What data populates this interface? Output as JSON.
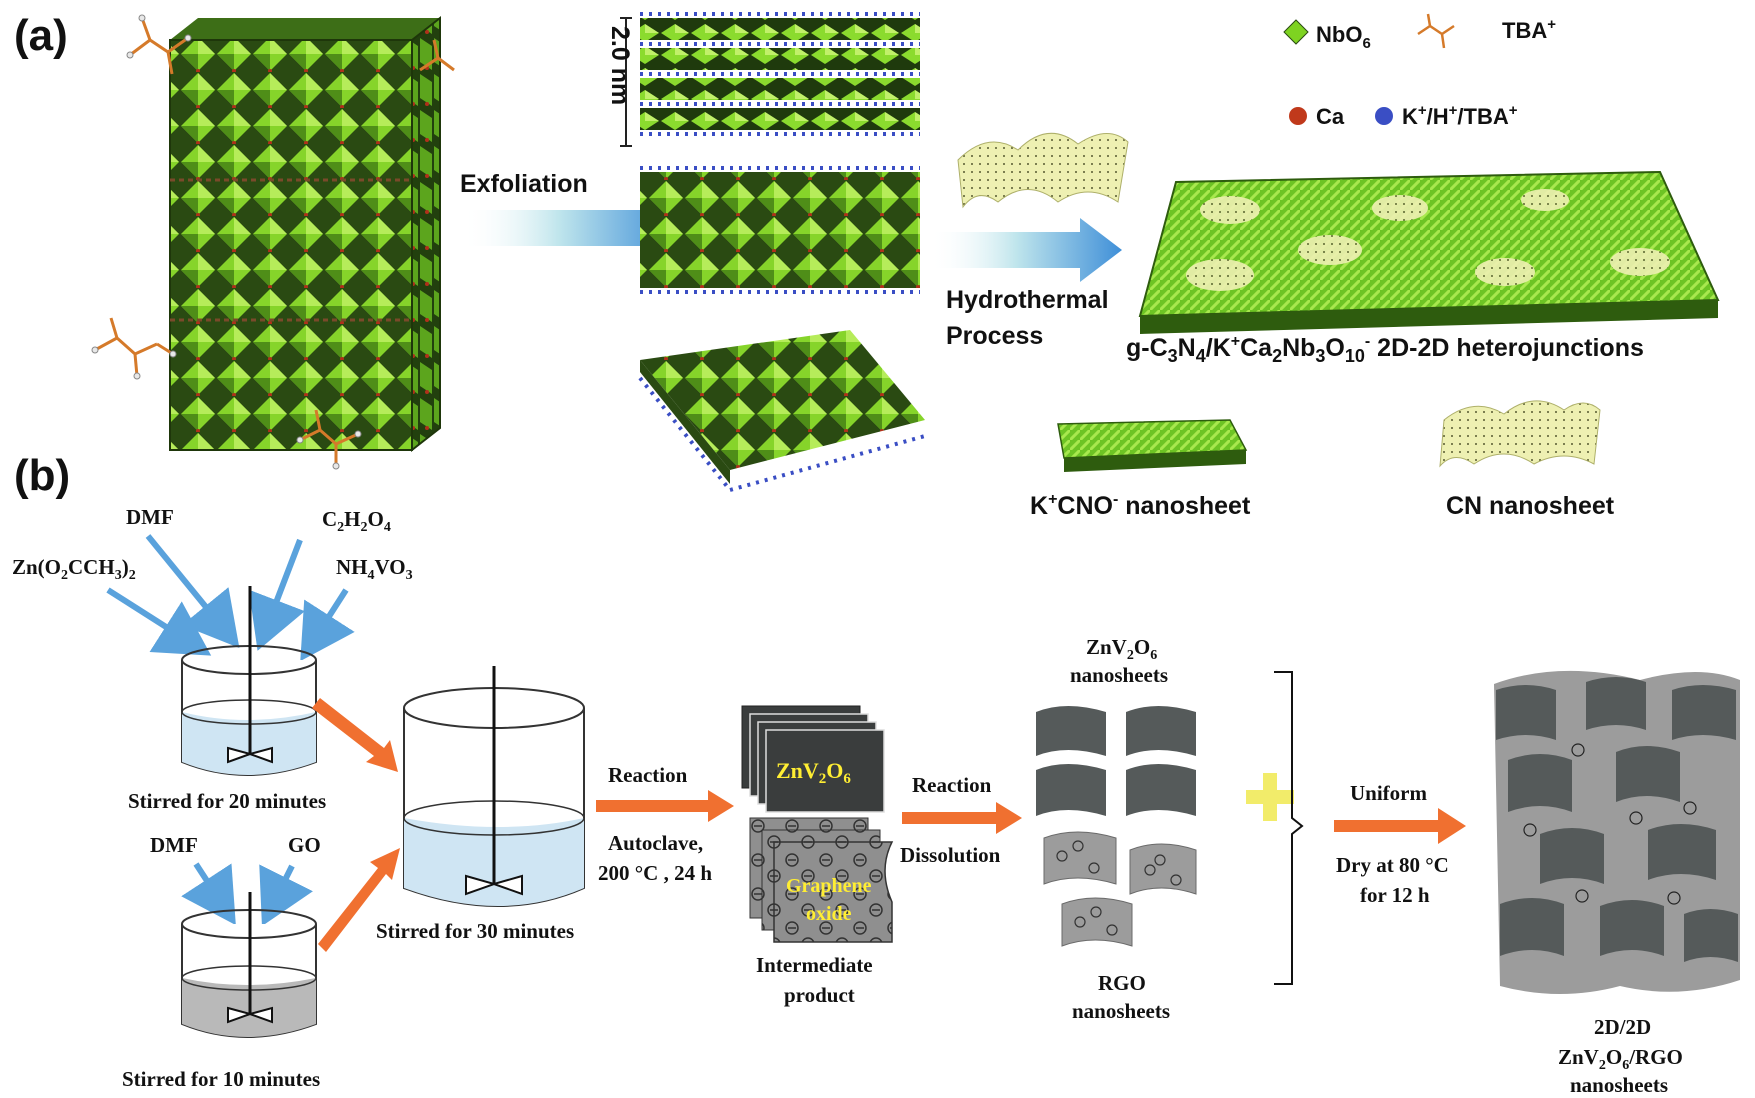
{
  "panel_a": {
    "label": "(a)",
    "spacing_label": "2.0 nm",
    "step1": "Exfoliation",
    "step2_line1": "Hydrothermal",
    "step2_line2": "Process",
    "legend": {
      "nbo6": "NbO6",
      "tba": "TBA+",
      "ca": "Ca",
      "cations": "K+/H+/TBA+"
    },
    "product": "g-C3N4/K+Ca2Nb3O10- 2D-2D heterojunctions",
    "kcno": "K+CNO- nanosheet",
    "cn": "CN nanosheet",
    "colors": {
      "octahedron": "#7ed321",
      "octahedron_dark": "#1c3a0c",
      "ca_atom": "#c0391b",
      "cation_atom": "#3a4ec4",
      "cn_sheet": "#e6e79a",
      "arrow": "#49a0dc"
    }
  },
  "panel_b": {
    "label": "(b)",
    "dmf1": "DMF",
    "zn_acetate": "Zn(O2CCH3)2",
    "oxalic": "C2H2O4",
    "nh4vo3": "NH4VO3",
    "stir20": "Stirred for 20 minutes",
    "dmf2": "DMF",
    "go": "GO",
    "stir10": "Stirred for 10 minutes",
    "stir30": "Stirred for 30 minutes",
    "reaction1": "Reaction",
    "autoclave_line1": "Autoclave,",
    "autoclave_line2": "200 °C , 24 h",
    "znv2o6_box": "ZnV2O6",
    "graphene_line1": "Graphene",
    "graphene_line2": "oxide",
    "intermediate_line1": "Intermediate",
    "intermediate_line2": "product",
    "reaction2": "Reaction",
    "dissolution": "Dissolution",
    "znv2o6_ns_line1": "ZnV2O6",
    "znv2o6_ns_line2": "nanosheets",
    "rgo_line1": "RGO",
    "rgo_line2": "nanosheets",
    "uniform": "Uniform",
    "dry_line1": "Dry at 80 °C",
    "dry_line2": "for 12 h",
    "final_line1": "2D/2D",
    "final_line2": "ZnV2O6/RGO",
    "final_line3": "nanosheets",
    "colors": {
      "orange_arrow": "#f07030",
      "blue_arrow": "#5aa2dc",
      "solution": "#cfe5f3",
      "go_solution": "#b9b9b9",
      "sheet": "#555a5a",
      "rgo": "#9c9c9c",
      "plus": "#f2ec6a",
      "znv2o6_text": "#ffee33"
    }
  }
}
